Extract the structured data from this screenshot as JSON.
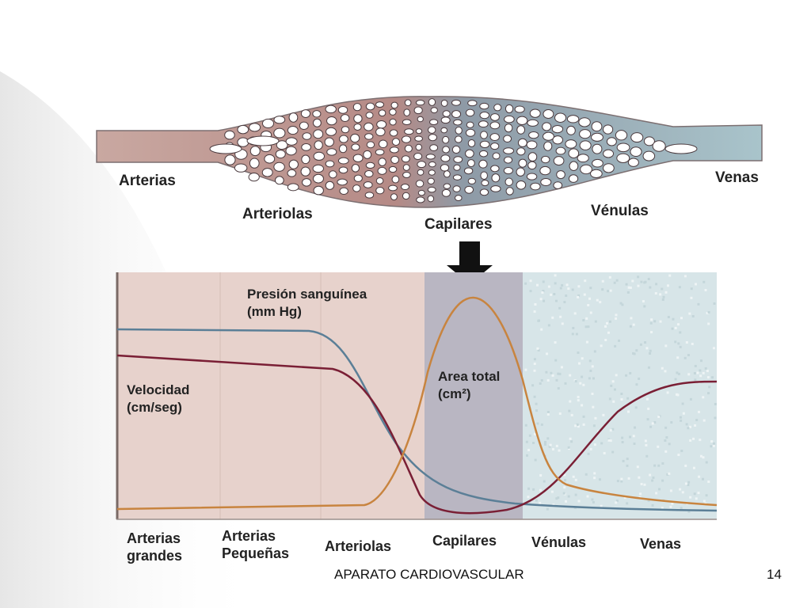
{
  "vessel_diagram": {
    "labels": {
      "arterias": "Arterias",
      "arteriolas": "Arteriolas",
      "capilares": "Capilares",
      "venulas": "Vénulas",
      "venas": "Venas"
    }
  },
  "graph": {
    "curve_labels": {
      "presion": [
        "Presión sanguínea",
        "(mm Hg)"
      ],
      "velocidad": [
        "Velocidad",
        "(cm/seg)"
      ],
      "area": [
        "Area total",
        "(cm²)"
      ]
    },
    "x_labels": {
      "arterias_grandes": [
        "Arterias",
        "grandes"
      ],
      "arterias_pequenas": [
        "Arterias",
        "Pequeñas"
      ],
      "arteriolas": "Arteriolas",
      "capilares": "Capilares",
      "venulas": "Vénulas",
      "venas": "Venas"
    },
    "colors": {
      "presion": "#5b7f97",
      "velocidad": "#7a1f35",
      "area": "#c8843f",
      "arterial_zone": "#e7d2cc",
      "capillary_zone": "#b9b6c2",
      "venous_zone": "#d7e5e8"
    }
  },
  "footer": {
    "title": "APARATO CARDIOVASCULAR",
    "page": "14"
  }
}
